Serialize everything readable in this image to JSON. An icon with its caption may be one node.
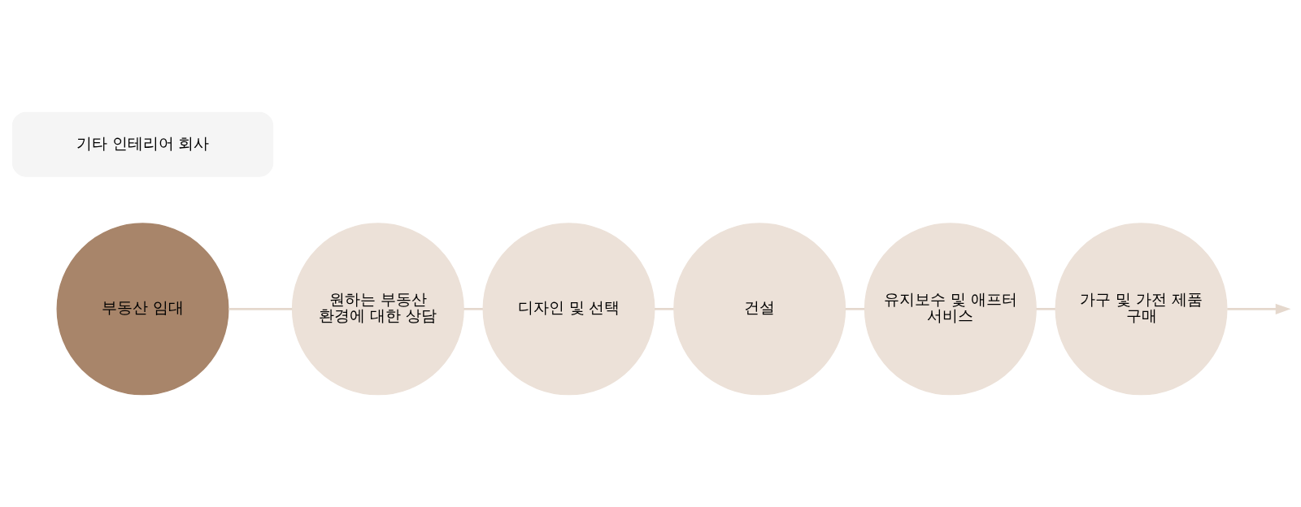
{
  "diagram": {
    "nodes": [
      {
        "text": [
          "부동산 임대"
        ]
      },
      {
        "text": [
          "원하는 부동산 환경에 대한 상담"
        ]
      },
      {
        "text": [
          "디자인 및 선택"
        ]
      },
      {
        "text": [
          "건설"
        ]
      },
      {
        "text": [
          "유지보수 및 애프터 서비스"
        ]
      },
      {
        "text": [
          "가구 및 가전 제품 구매"
        ]
      },
      {
        "text": [
          "기타 인테리어 회사"
        ]
      }
    ],
    "edges": [
      {
        "from": 0,
        "to": 1,
        "arrow": "none"
      },
      {
        "from": 1,
        "to": 2,
        "arrow": "none"
      },
      {
        "from": 2,
        "to": 3,
        "arrow": "none"
      },
      {
        "from": 3,
        "to": 4,
        "arrow": "none"
      },
      {
        "from": 4,
        "to": 5,
        "arrow": "none"
      },
      {
        "from": 5,
        "to": null,
        "arrow": "to"
      }
    ]
  }
}
